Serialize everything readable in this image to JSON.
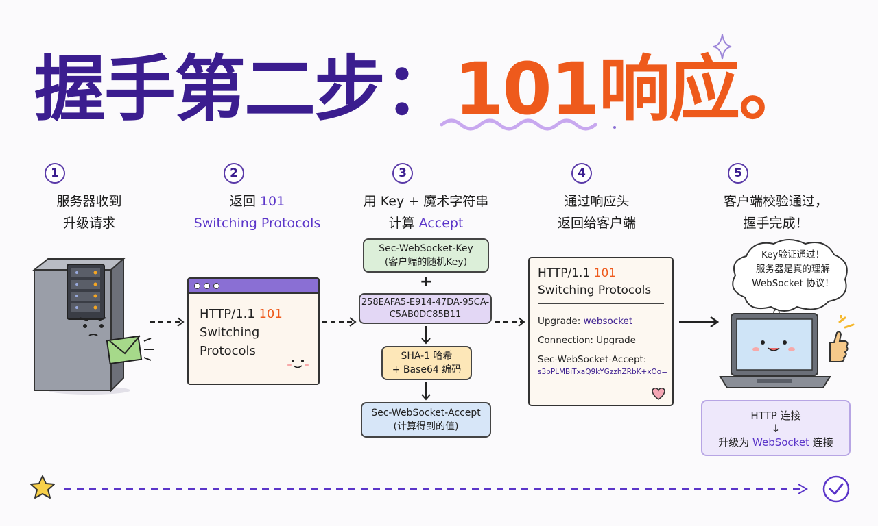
{
  "title": {
    "main": "握手第二步：",
    "highlight": "101响应。"
  },
  "steps": [
    {
      "num": "1",
      "line1": "服务器收到",
      "line2": "升级请求"
    },
    {
      "num": "2",
      "line1": "返回 ",
      "line1_highlight": "101",
      "line2": "Switching Protocols"
    },
    {
      "num": "3",
      "line1": "用 Key + 魔术字符串",
      "line2_prefix": "计算 ",
      "line2_highlight": "Accept"
    },
    {
      "num": "4",
      "line1": "通过响应头",
      "line2": "返回给客户端"
    },
    {
      "num": "5",
      "line1": "客户端校验通过，",
      "line2": "握手完成！"
    }
  ],
  "window": {
    "status_prefix": "HTTP/1.1 ",
    "status_code": "101",
    "status_text": "Switching Protocols"
  },
  "flow": {
    "key_line1": "Sec-WebSocket-Key",
    "key_line2": "(客户端的随机Key)",
    "plus": "+",
    "magic_line1": "258EAFA5-E914-47DA-95CA-",
    "magic_line2": "C5AB0DC85B11",
    "sha_line1": "SHA-1 哈希",
    "sha_line2": "+ Base64 编码",
    "accept_line1": "Sec-WebSocket-Accept",
    "accept_line2": "(计算得到的值)"
  },
  "response": {
    "status_prefix": "HTTP/1.1 ",
    "status_code": "101",
    "status_text": "Switching Protocols",
    "upgrade_label": "Upgrade: ",
    "upgrade_value": "websocket",
    "connection": "Connection: Upgrade",
    "accept_label": "Sec-WebSocket-Accept:",
    "accept_value": "s3pPLMBiTxaQ9kYGzzhZRbK+xOo="
  },
  "bubble": {
    "line1": "Key验证通过！",
    "line2": "服务器是真的理解",
    "line3": "WebSocket 协议！"
  },
  "upgrade_box": {
    "line1": "HTTP 连接",
    "arrow": "↓",
    "line2_prefix": "升级为 ",
    "line2_highlight": "WebSocket",
    "line2_suffix": " 连接"
  },
  "icons": [
    "server-icon",
    "envelope-icon",
    "browser-window-icon",
    "heart-icon",
    "laptop-icon",
    "thumbs-up-icon",
    "speech-bubble-icon",
    "star-icon",
    "check-circle-icon",
    "sparkle-icon"
  ],
  "colors": {
    "title": "#3b1d8f",
    "accent": "#ee5a1c",
    "purple": "#5b35c9",
    "window_bar": "#8a6fd4",
    "key_box": "#dcefd9",
    "magic_box": "#e3d7f5",
    "sha_box": "#fde7b8",
    "accept_box": "#d7e6f8"
  }
}
